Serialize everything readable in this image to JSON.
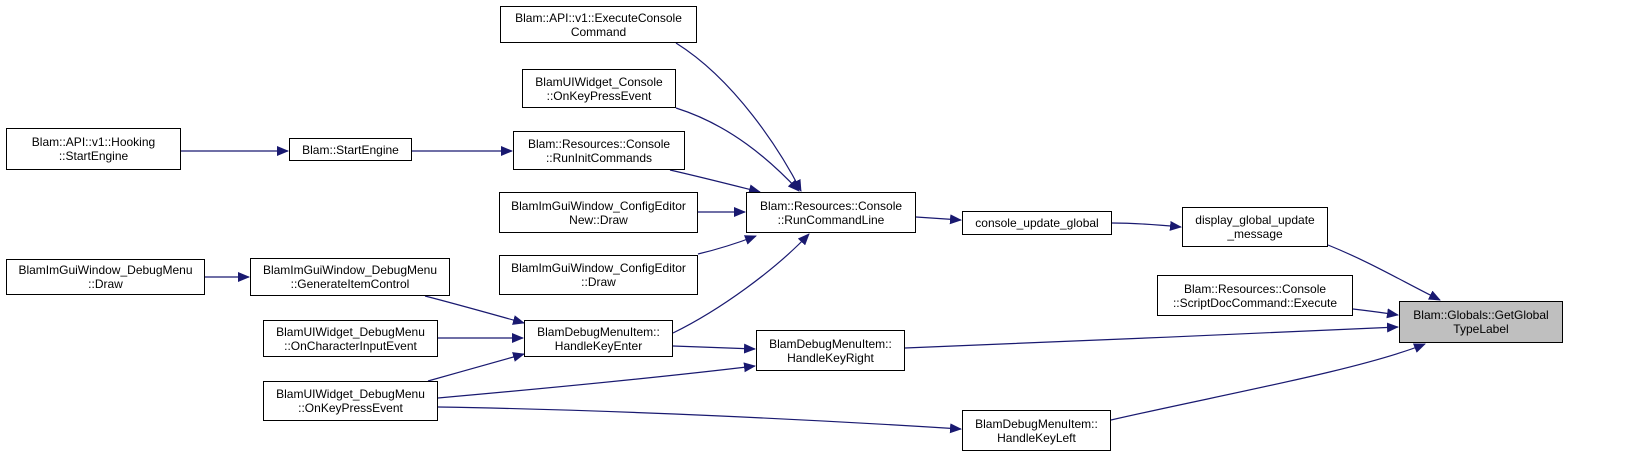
{
  "colors": {
    "edge": "#191970",
    "node_border": "#000000",
    "node_fill": "#ffffff",
    "focus_fill": "#bfbfbf"
  },
  "nodes": {
    "hooking_start": {
      "line1": "Blam::API::v1::Hooking",
      "line2": "::StartEngine"
    },
    "start_engine": {
      "line1": "Blam::StartEngine"
    },
    "exec_console_cmd": {
      "line1": "Blam::API::v1::ExecuteConsole",
      "line2": "Command"
    },
    "uiwidget_console_keypress": {
      "line1": "BlamUIWidget_Console",
      "line2": "::OnKeyPressEvent"
    },
    "run_init_commands": {
      "line1": "Blam::Resources::Console",
      "line2": "::RunInitCommands"
    },
    "config_editor_new_draw": {
      "line1": "BlamImGuiWindow_ConfigEditor",
      "line2": "New::Draw"
    },
    "config_editor_draw": {
      "line1": "BlamImGuiWindow_ConfigEditor",
      "line2": "::Draw"
    },
    "run_command_line": {
      "line1": "Blam::Resources::Console",
      "line2": "::RunCommandLine"
    },
    "console_update_global": {
      "line1": "console_update_global"
    },
    "display_global_update": {
      "line1": "display_global_update",
      "line2": "_message"
    },
    "script_doc_execute": {
      "line1": "Blam::Resources::Console",
      "line2": "::ScriptDocCommand::Execute"
    },
    "get_global_type_label": {
      "line1": "Blam::Globals::GetGlobal",
      "line2": "TypeLabel"
    },
    "debugmenu_draw": {
      "line1": "BlamImGuiWindow_DebugMenu",
      "line2": "::Draw"
    },
    "debugmenu_generate_item": {
      "line1": "BlamImGuiWindow_DebugMenu",
      "line2": "::GenerateItemControl"
    },
    "uiwidget_debugmenu_charinput": {
      "line1": "BlamUIWidget_DebugMenu",
      "line2": "::OnCharacterInputEvent"
    },
    "uiwidget_debugmenu_keypress": {
      "line1": "BlamUIWidget_DebugMenu",
      "line2": "::OnKeyPressEvent"
    },
    "handle_key_enter": {
      "line1": "BlamDebugMenuItem::",
      "line2": "HandleKeyEnter"
    },
    "handle_key_right": {
      "line1": "BlamDebugMenuItem::",
      "line2": "HandleKeyRight"
    },
    "handle_key_left": {
      "line1": "BlamDebugMenuItem::",
      "line2": "HandleKeyLeft"
    }
  }
}
